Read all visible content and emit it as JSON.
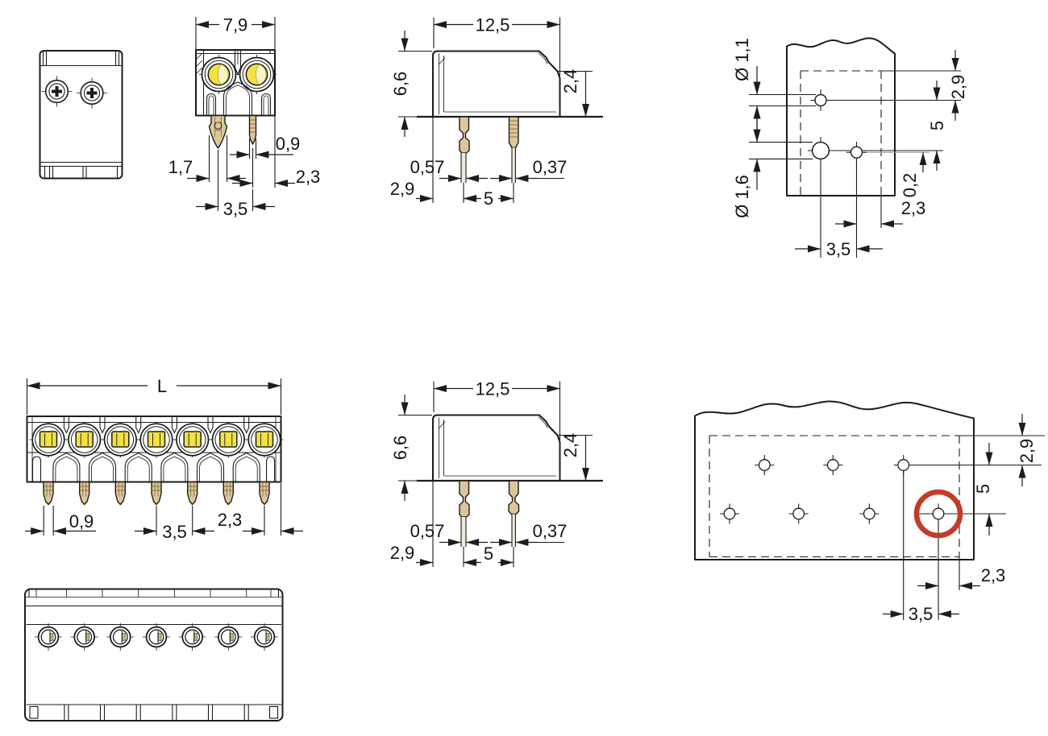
{
  "dims": {
    "top2": {
      "width": "7,9",
      "pin_left": "1,7",
      "pin_right": "0,9",
      "pitch": "3,5",
      "edge": "2,3"
    },
    "side": {
      "width": "12,5",
      "height": "6,6",
      "collar": "2,4",
      "pin_a": "0,57",
      "pin_b": "0,37",
      "edge": "2,9",
      "pitch": "5"
    },
    "drill2": {
      "dia_small": "Ø 1,1",
      "dia_large": "Ø 1,6",
      "top": "2,9",
      "row_pitch": "5",
      "offset": "0,2",
      "edge": "2,3",
      "pitch": "3,5"
    },
    "front_multi": {
      "length": "L",
      "pin": "0,9",
      "pitch": "3,5",
      "edge": "2,3"
    },
    "drill_multi": {
      "top": "2,9",
      "row_pitch": "5",
      "edge": "2,3",
      "pitch": "3,5"
    }
  },
  "colors": {
    "line": "#1c1c1c",
    "button_yellow": "#f1e243",
    "pin_beige": "#dcc79c",
    "highlight_red": "#c43b28",
    "background": "#ffffff"
  }
}
